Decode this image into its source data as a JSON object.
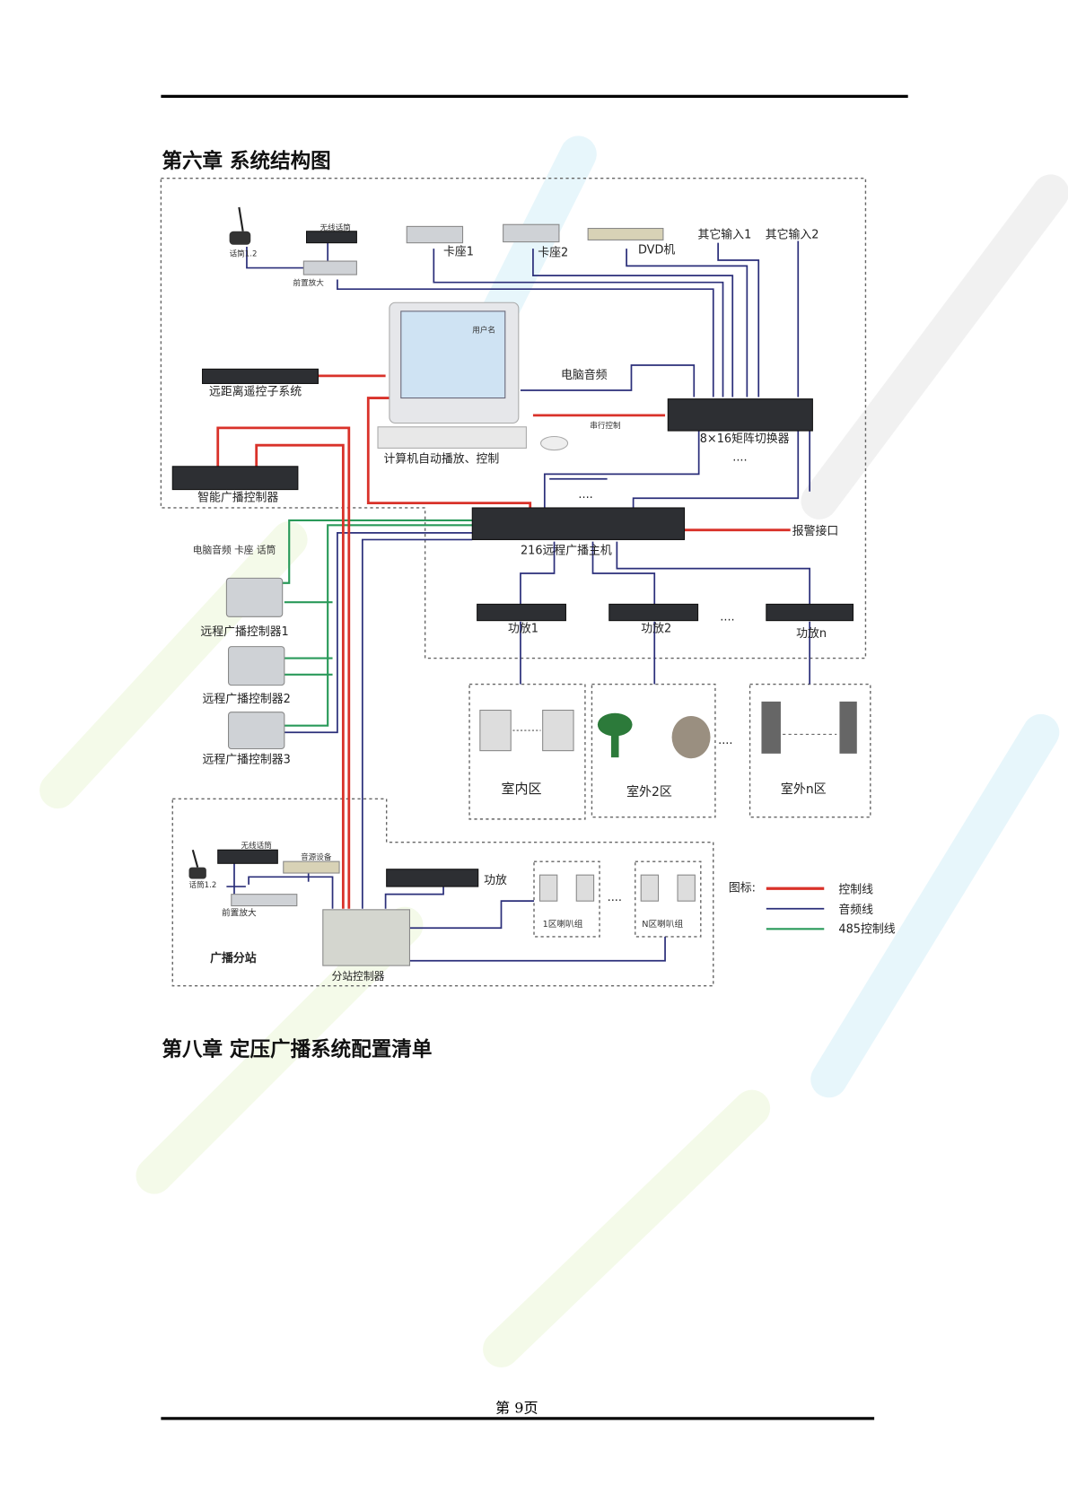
{
  "page": {
    "chapter6_title": "第六章  系统结构图",
    "chapter8_title": "第八章  定压广播系统配置清单",
    "page_number": "第 9页"
  },
  "diagram": {
    "mic": "话筒1.2",
    "wireless_mic": "无线话筒",
    "preamp": "前置放大",
    "deck1": "卡座1",
    "deck2": "卡座2",
    "dvd": "DVD机",
    "other_input1": "其它输入1",
    "other_input2": "其它输入2",
    "remote_sub": "远距离遥控子系统",
    "pc_audio": "电脑音频",
    "serial_control": "串行控制",
    "matrix": "8×16矩阵切换器",
    "computer": "计算机自动播放、控制",
    "smart_controller": "智能广播控制器",
    "host": "216远程广播主机",
    "alarm": "报警接口",
    "inputs_label": "电脑音频 卡座 话筒",
    "remote_ctrl1": "远程广播控制器1",
    "remote_ctrl2": "远程广播控制器2",
    "remote_ctrl3": "远程广播控制器3",
    "amp1": "功放1",
    "amp2": "功放2",
    "ampn": "功放n",
    "zone_indoor": "室内区",
    "zone_out2": "室外2区",
    "zone_outn": "室外n区",
    "dots": "....",
    "sub_mic": "话筒1.2",
    "sub_wireless": "无线话筒",
    "sub_source": "音源设备",
    "sub_preamp": "前置放大",
    "sub_amp": "功放",
    "sub_zone1": "1区喇叭组",
    "sub_zonen": "N区喇叭组",
    "substation": "广播分站",
    "sub_controller": "分站控制器",
    "screen_title": "用户名"
  },
  "legend": {
    "title": "图标:",
    "items": [
      {
        "label": "控制线",
        "color": "#d9322a"
      },
      {
        "label": "音频线",
        "color": "#2b2f7a"
      },
      {
        "label": "485控制线",
        "color": "#2a9a5a"
      }
    ]
  }
}
